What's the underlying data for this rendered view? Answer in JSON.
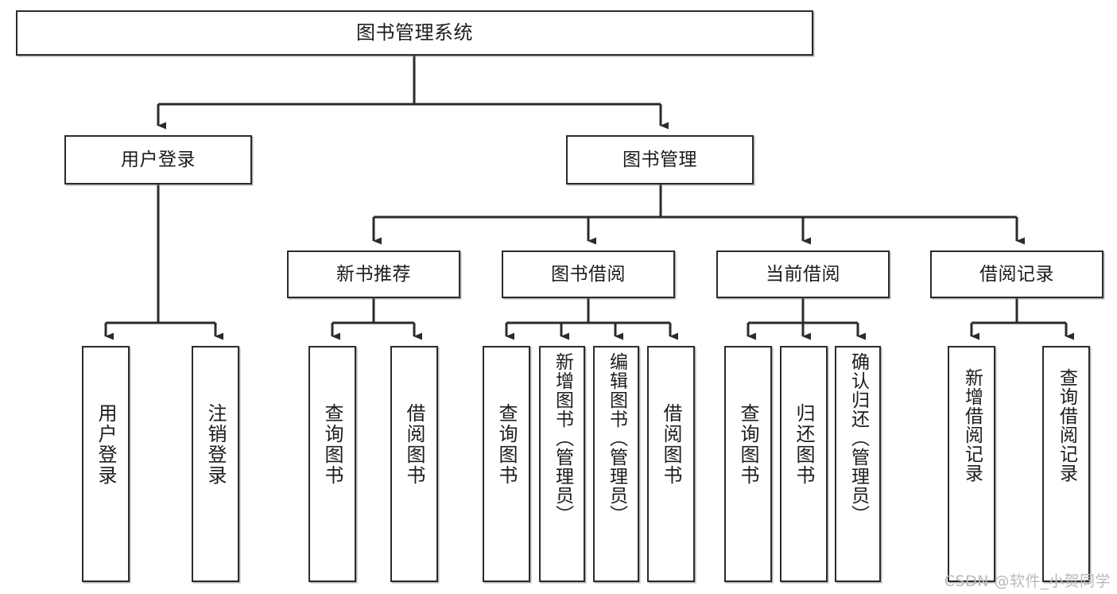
{
  "diagram": {
    "title": "图书管理系统",
    "type": "tree",
    "watermark": "CSDN @软件_小贺同学",
    "stroke_color": "#2b2b2b",
    "fill_color": "#ffffff",
    "text_color": "#1c1c1c",
    "watermark_color": "#b9b9b9"
  },
  "nodes": {
    "root": {
      "label": "图书管理系统"
    },
    "level1": [
      {
        "label": "用户登录"
      },
      {
        "label": "图书管理"
      }
    ],
    "level2": [
      {
        "label": "新书推荐"
      },
      {
        "label": "图书借阅"
      },
      {
        "label": "当前借阅"
      },
      {
        "label": "借阅记录"
      }
    ],
    "leaves": {
      "user_login": [
        {
          "label": "用户登录"
        },
        {
          "label": "注销登录"
        }
      ],
      "new_book_recommend": [
        {
          "label": "查询图书"
        },
        {
          "label": "借阅图书"
        }
      ],
      "book_borrow": [
        {
          "label": "查询图书"
        },
        {
          "label": "新增图书（管理员）"
        },
        {
          "label": "编辑图书（管理员）"
        },
        {
          "label": "借阅图书"
        }
      ],
      "current_borrow": [
        {
          "label": "查询图书"
        },
        {
          "label": "归还图书"
        },
        {
          "label": "确认归还（管理员）"
        }
      ],
      "borrow_record": [
        {
          "label": "新增借阅记录"
        },
        {
          "label": "查询借阅记录"
        }
      ]
    }
  }
}
